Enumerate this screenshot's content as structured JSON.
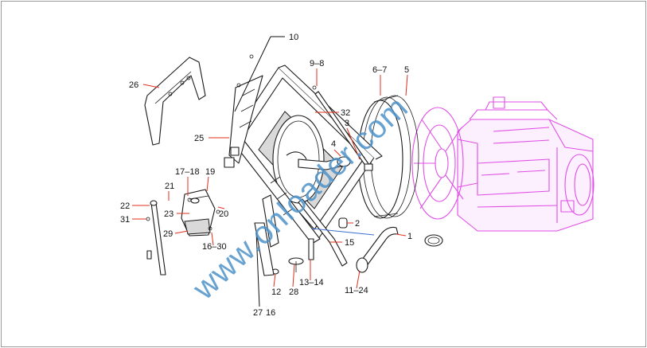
{
  "watermark": "www.onloader.com",
  "colors": {
    "leader": "#e0301e",
    "engine": "#e04ee6",
    "watermark": "#4d92c9"
  },
  "callouts": {
    "c10": "10",
    "c9_8": "9–8",
    "c6_7": "6–7",
    "c5": "5",
    "c26": "26",
    "c32": "32",
    "c3": "3",
    "c25": "25",
    "c4": "4",
    "c17_18": "17–18",
    "c19": "19",
    "c21": "21",
    "c22": "22",
    "c23": "23",
    "c20": "20",
    "c31": "31",
    "c29": "29",
    "c16_30": "16–30",
    "c2": "2",
    "c1": "1",
    "c15": "15",
    "c13_14": "13–14",
    "c11_24": "11–24",
    "c12": "12",
    "c28": "28",
    "c27": "27",
    "c16": "16"
  }
}
